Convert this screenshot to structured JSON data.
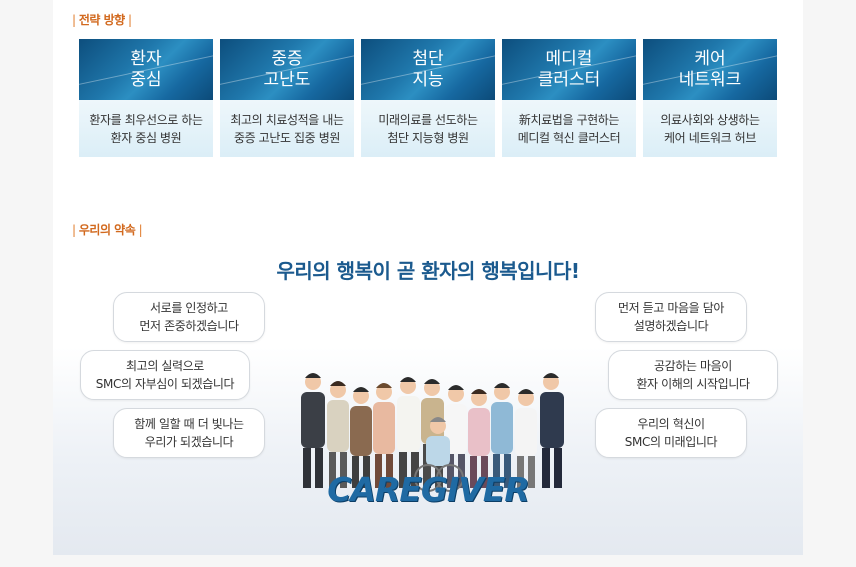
{
  "strategy": {
    "label": "전략 방향",
    "cards": [
      {
        "title": [
          "환자",
          "중심"
        ],
        "desc": [
          "환자를 최우선으로 하는",
          "환자 중심 병원"
        ]
      },
      {
        "title": [
          "중증",
          "고난도"
        ],
        "desc": [
          "최고의 치료성적을 내는",
          "중증 고난도 집중 병원"
        ]
      },
      {
        "title": [
          "첨단",
          "지능"
        ],
        "desc": [
          "미래의료를 선도하는",
          "첨단 지능형 병원"
        ]
      },
      {
        "title": [
          "메디컬",
          "클러스터"
        ],
        "desc": [
          "新치료법을 구현하는",
          "메디컬 혁신 클러스터"
        ]
      },
      {
        "title": [
          "케어",
          "네트워크"
        ],
        "desc": [
          "의료사회와 상생하는",
          "케어 네트워크 허브"
        ]
      }
    ]
  },
  "promise": {
    "label": "우리의 약속",
    "headline": "우리의 행복이 곧 환자의 행복입니다!",
    "left_bubbles": [
      [
        "서로를 인정하고",
        "먼저 존중하겠습니다"
      ],
      [
        "최고의 실력으로",
        "SMC의 자부심이 되겠습니다"
      ],
      [
        "함께 일할 때 더 빛나는",
        "우리가 되겠습니다"
      ]
    ],
    "right_bubbles": [
      [
        "먼저 듣고 마음을 담아",
        "설명하겠습니다"
      ],
      [
        "공감하는 마음이",
        "환자 이해의 시작입니다"
      ],
      [
        "우리의 혁신이",
        "SMC의 미래입니다"
      ]
    ],
    "logo_text": "CAREGIVER"
  },
  "colors": {
    "accent": "#d2691e",
    "navy": "#1b5a8e",
    "card_blue": "#1f77ab"
  }
}
